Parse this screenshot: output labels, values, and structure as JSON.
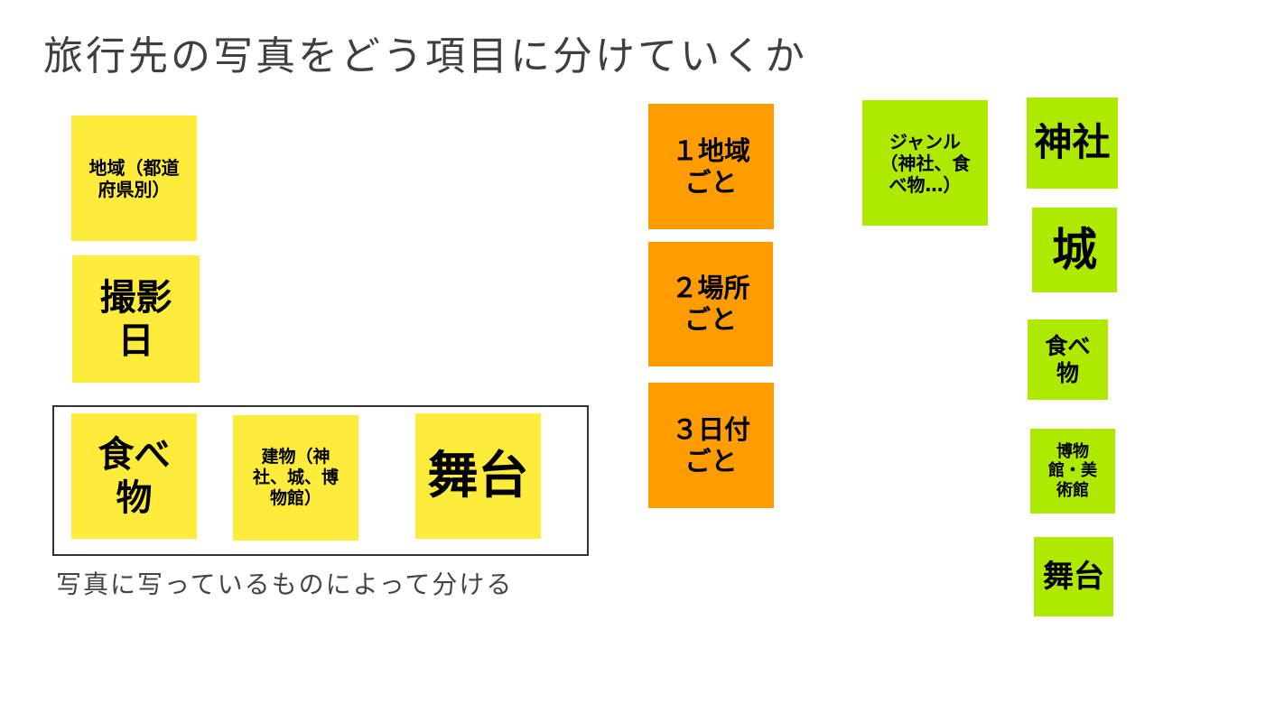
{
  "title": "旅行先の写真をどう項目に分けていくか",
  "caption": "写真に写っているものによって分ける",
  "colors": {
    "yellow": "#ffeb3b",
    "orange": "#ff9d00",
    "green": "#aeea00"
  },
  "yellow_notes": {
    "region": [
      "地域（都道",
      "府県別）"
    ],
    "date": [
      "撮影",
      "日"
    ],
    "food": [
      "食べ",
      "物"
    ],
    "building": [
      "建物（神",
      "社、城、博",
      "物館）"
    ],
    "stage": [
      "舞台"
    ]
  },
  "orange_notes": [
    [
      "１地域",
      "ごと"
    ],
    [
      "２場所",
      "ごと"
    ],
    [
      "３日付",
      "ごと"
    ]
  ],
  "green_notes": {
    "genre": [
      "ジャンル",
      "（神社、食",
      "べ物…）"
    ],
    "shrine": [
      "神社"
    ],
    "castle": [
      "城"
    ],
    "food": [
      "食べ",
      "物"
    ],
    "museum": [
      "博物",
      "館・美",
      "術館"
    ],
    "stage": [
      "舞台"
    ]
  }
}
